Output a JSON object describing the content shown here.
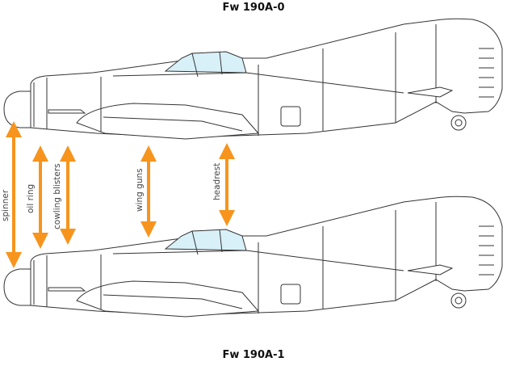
{
  "titles": {
    "top": "Fw 190A-0",
    "bottom": "Fw 190A-1"
  },
  "annotations": [
    {
      "id": "spinner",
      "label": "spinner"
    },
    {
      "id": "oil-ring",
      "label": "oil ring"
    },
    {
      "id": "cowling-blisters",
      "label": "cowling blisters"
    },
    {
      "id": "wing-guns",
      "label": "wing guns"
    },
    {
      "id": "headrest",
      "label": "headrest"
    }
  ],
  "colors": {
    "arrow": "#f7941d",
    "outline": "#333333",
    "canopy": "#d8f0f8"
  }
}
